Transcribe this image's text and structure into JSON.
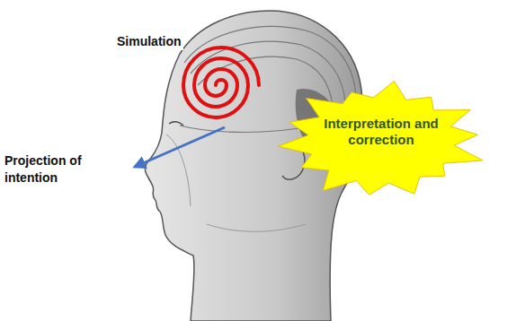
{
  "diagram": {
    "nodes": [
      {
        "text": [
          "Interpretation and correction"
        ]
      }
    ],
    "labels": [
      "Simulation",
      "Projection of intention"
    ]
  }
}
